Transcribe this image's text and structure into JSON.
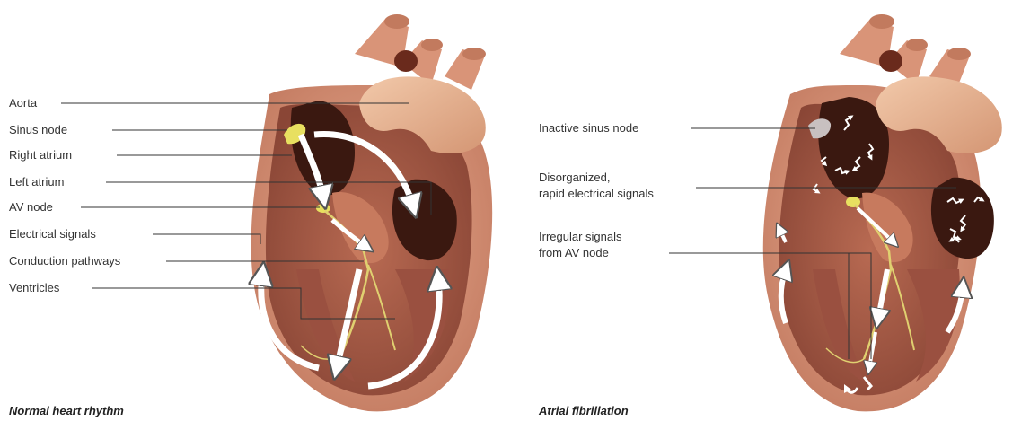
{
  "normal": {
    "caption": "Normal heart rhythm",
    "labels": {
      "aorta": "Aorta",
      "sinus_node": "Sinus node",
      "right_atrium": "Right atrium",
      "left_atrium": "Left atrium",
      "av_node": "AV node",
      "electrical_signals": "Electrical signals",
      "conduction_pathways": "Conduction pathways",
      "ventricles": "Ventricles"
    }
  },
  "afib": {
    "caption": "Atrial fibrillation",
    "labels": {
      "inactive_sinus_node": "Inactive sinus node",
      "disorganized_line1": "Disorganized,",
      "disorganized_line2": "rapid electrical signals",
      "irregular_line1": "Irregular signals",
      "irregular_line2": "from AV node"
    }
  },
  "colors": {
    "heart_outer": "#d9957a",
    "heart_inner": "#b06048",
    "chamber_dark": "#3a1810",
    "aorta": "#e3b08e",
    "node_yellow": "#e8e060",
    "pathway_yellow": "#e0d070",
    "arrow_white": "#ffffff",
    "leader_line": "#333333"
  }
}
